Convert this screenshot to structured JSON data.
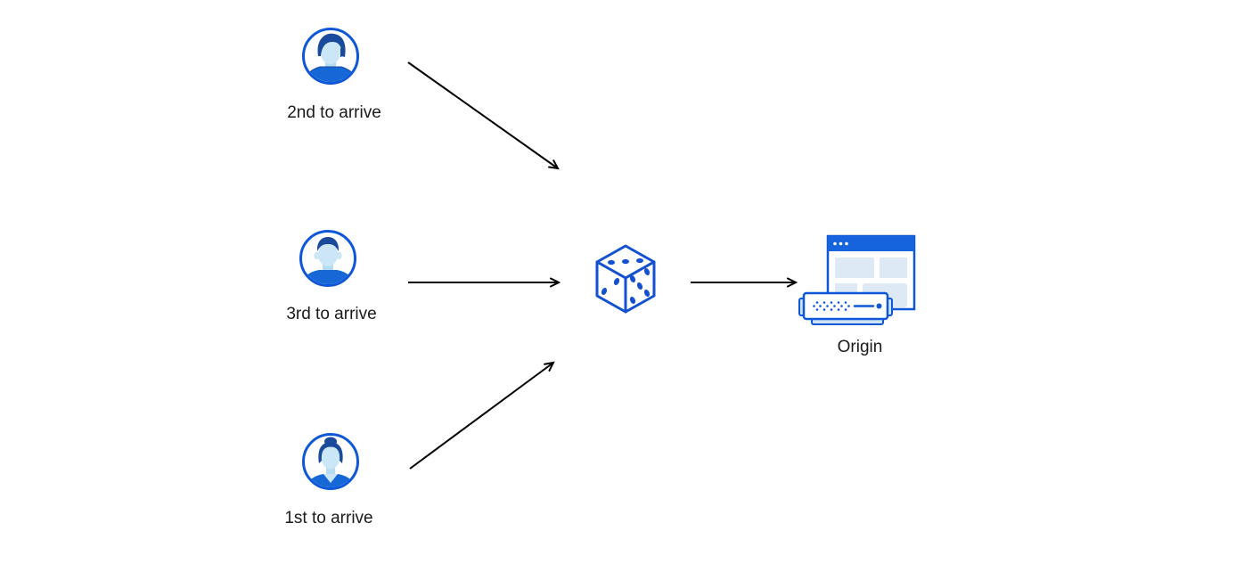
{
  "diagram": {
    "nodes": {
      "client_top": {
        "label": "2nd to arrive",
        "icon": "user-avatar-swept-hair-icon"
      },
      "client_middle": {
        "label": "3rd to arrive",
        "icon": "user-avatar-short-hair-icon"
      },
      "client_bottom": {
        "label": "1st to arrive",
        "icon": "user-avatar-hair-bun-icon"
      },
      "selector": {
        "icon": "dice-icon"
      },
      "origin": {
        "label": "Origin",
        "icon": "origin-server-browser-icon"
      }
    },
    "connections": [
      {
        "from": "client_top",
        "to": "selector"
      },
      {
        "from": "client_middle",
        "to": "selector"
      },
      {
        "from": "client_bottom",
        "to": "selector"
      },
      {
        "from": "selector",
        "to": "origin"
      }
    ]
  },
  "colors": {
    "brand_blue": "#0d57d8",
    "dark_navy_hair": "#1a4a9c",
    "face_light_blue": "#cbe6f7",
    "neck_blue": "#b5dcf2",
    "shirt_blue": "#1668d6",
    "titlebar_blue": "#1664dd",
    "pale_block_blue": "#ddeaf6",
    "server_trim_blue": "#cfe3f5",
    "arrow_black": "#000000",
    "text": "#1a1a1a",
    "background": "#ffffff"
  }
}
